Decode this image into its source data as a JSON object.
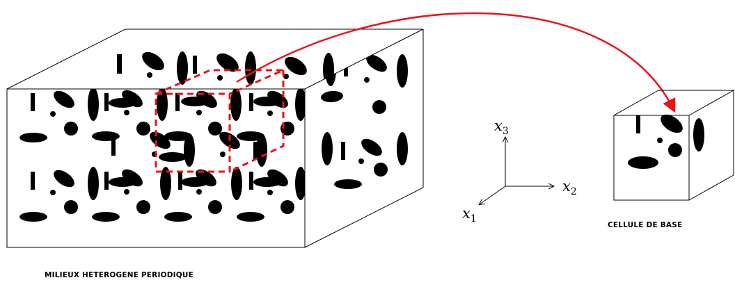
{
  "captions": {
    "medium": "MILIEUX HETEROGENE PERIODIQUE",
    "cell": "CELLULE DE BASE"
  },
  "axes": {
    "x1": {
      "base": "x",
      "sub": "1"
    },
    "x2": {
      "base": "x",
      "sub": "2"
    },
    "x3": {
      "base": "x",
      "sub": "3"
    }
  },
  "colors": {
    "outline": "#000000",
    "inclusions": "#000000",
    "highlight": "#e8141a"
  }
}
